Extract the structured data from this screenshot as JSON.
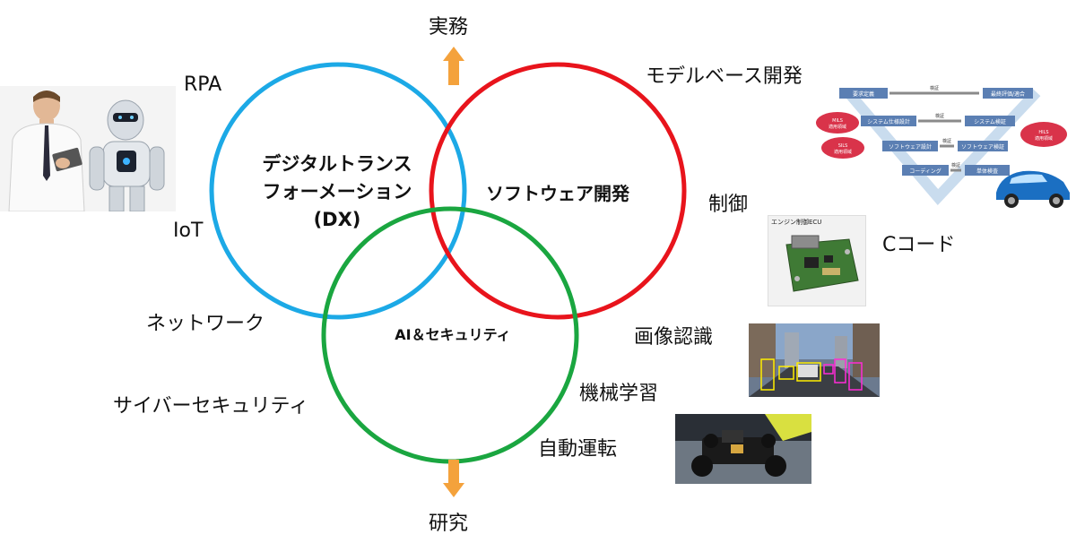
{
  "top_arrow_label": "実務",
  "bottom_arrow_label": "研究",
  "circles": {
    "dx": {
      "line1": "デジタルトランス",
      "line2": "フォーメーション",
      "line3": "(DX)",
      "color": "#1ca9e6"
    },
    "software": {
      "label": "ソフトウェア開発",
      "color": "#e8141c"
    },
    "ai": {
      "label": "AI＆セキュリティ",
      "color": "#1aa640"
    }
  },
  "arrow_color": "#f4a23c",
  "left_labels": {
    "rpa": "RPA",
    "iot": "IoT",
    "network": "ネットワーク",
    "cyber": "サイバーセキュリティ"
  },
  "right_labels": {
    "mbd": "モデルベース開発",
    "control": "制御",
    "ccode": "Cコード",
    "image": "画像認識",
    "ml": "機械学習",
    "autodrive": "自動運転"
  },
  "vmodel": {
    "left_boxes": [
      "要求定義",
      "システム仕様設計",
      "ソフトウェア設計",
      "コーディング"
    ],
    "right_boxes": [
      "最終評価/適合",
      "システム検証",
      "ソフトウェア検証",
      "単体検査"
    ],
    "verify_label": "検証",
    "mils": [
      "MILS",
      "適用領域"
    ],
    "sils": [
      "SILS",
      "適用領域"
    ],
    "hils": [
      "HILS",
      "適用領域"
    ]
  },
  "ecu_caption": "エンジン制御ECU",
  "icons": [
    "robot-photo",
    "ecu-board-photo",
    "street-detection-photo",
    "rc-car-photo"
  ]
}
